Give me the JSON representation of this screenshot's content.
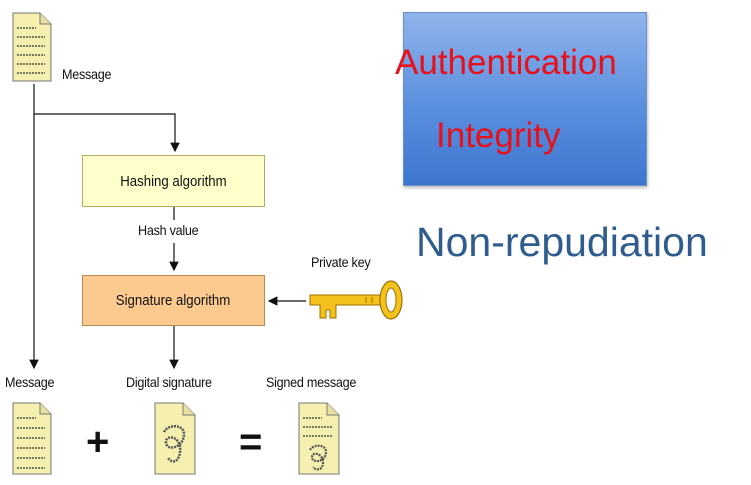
{
  "diagram": {
    "message_top_label": "Message",
    "hashing_box_label": "Hashing algorithm",
    "hash_value_label": "Hash value",
    "signature_box_label": "Signature algorithm",
    "private_key_label": "Private key",
    "message_bottom_label": "Message",
    "digital_signature_label": "Digital signature",
    "signed_message_label": "Signed message",
    "plus_symbol": "+",
    "equals_symbol": "="
  },
  "properties": {
    "authentication": "Authentication",
    "integrity": "Integrity",
    "non_repudiation": "Non-repudiation"
  },
  "colors": {
    "hash_box_fill": "#ffffcc",
    "signature_box_fill": "#fcc98e",
    "document_fill": "#f5efb0",
    "key_color": "#f4c21a",
    "red_text": "#e8101a",
    "blue_text": "#2f5c8f"
  }
}
